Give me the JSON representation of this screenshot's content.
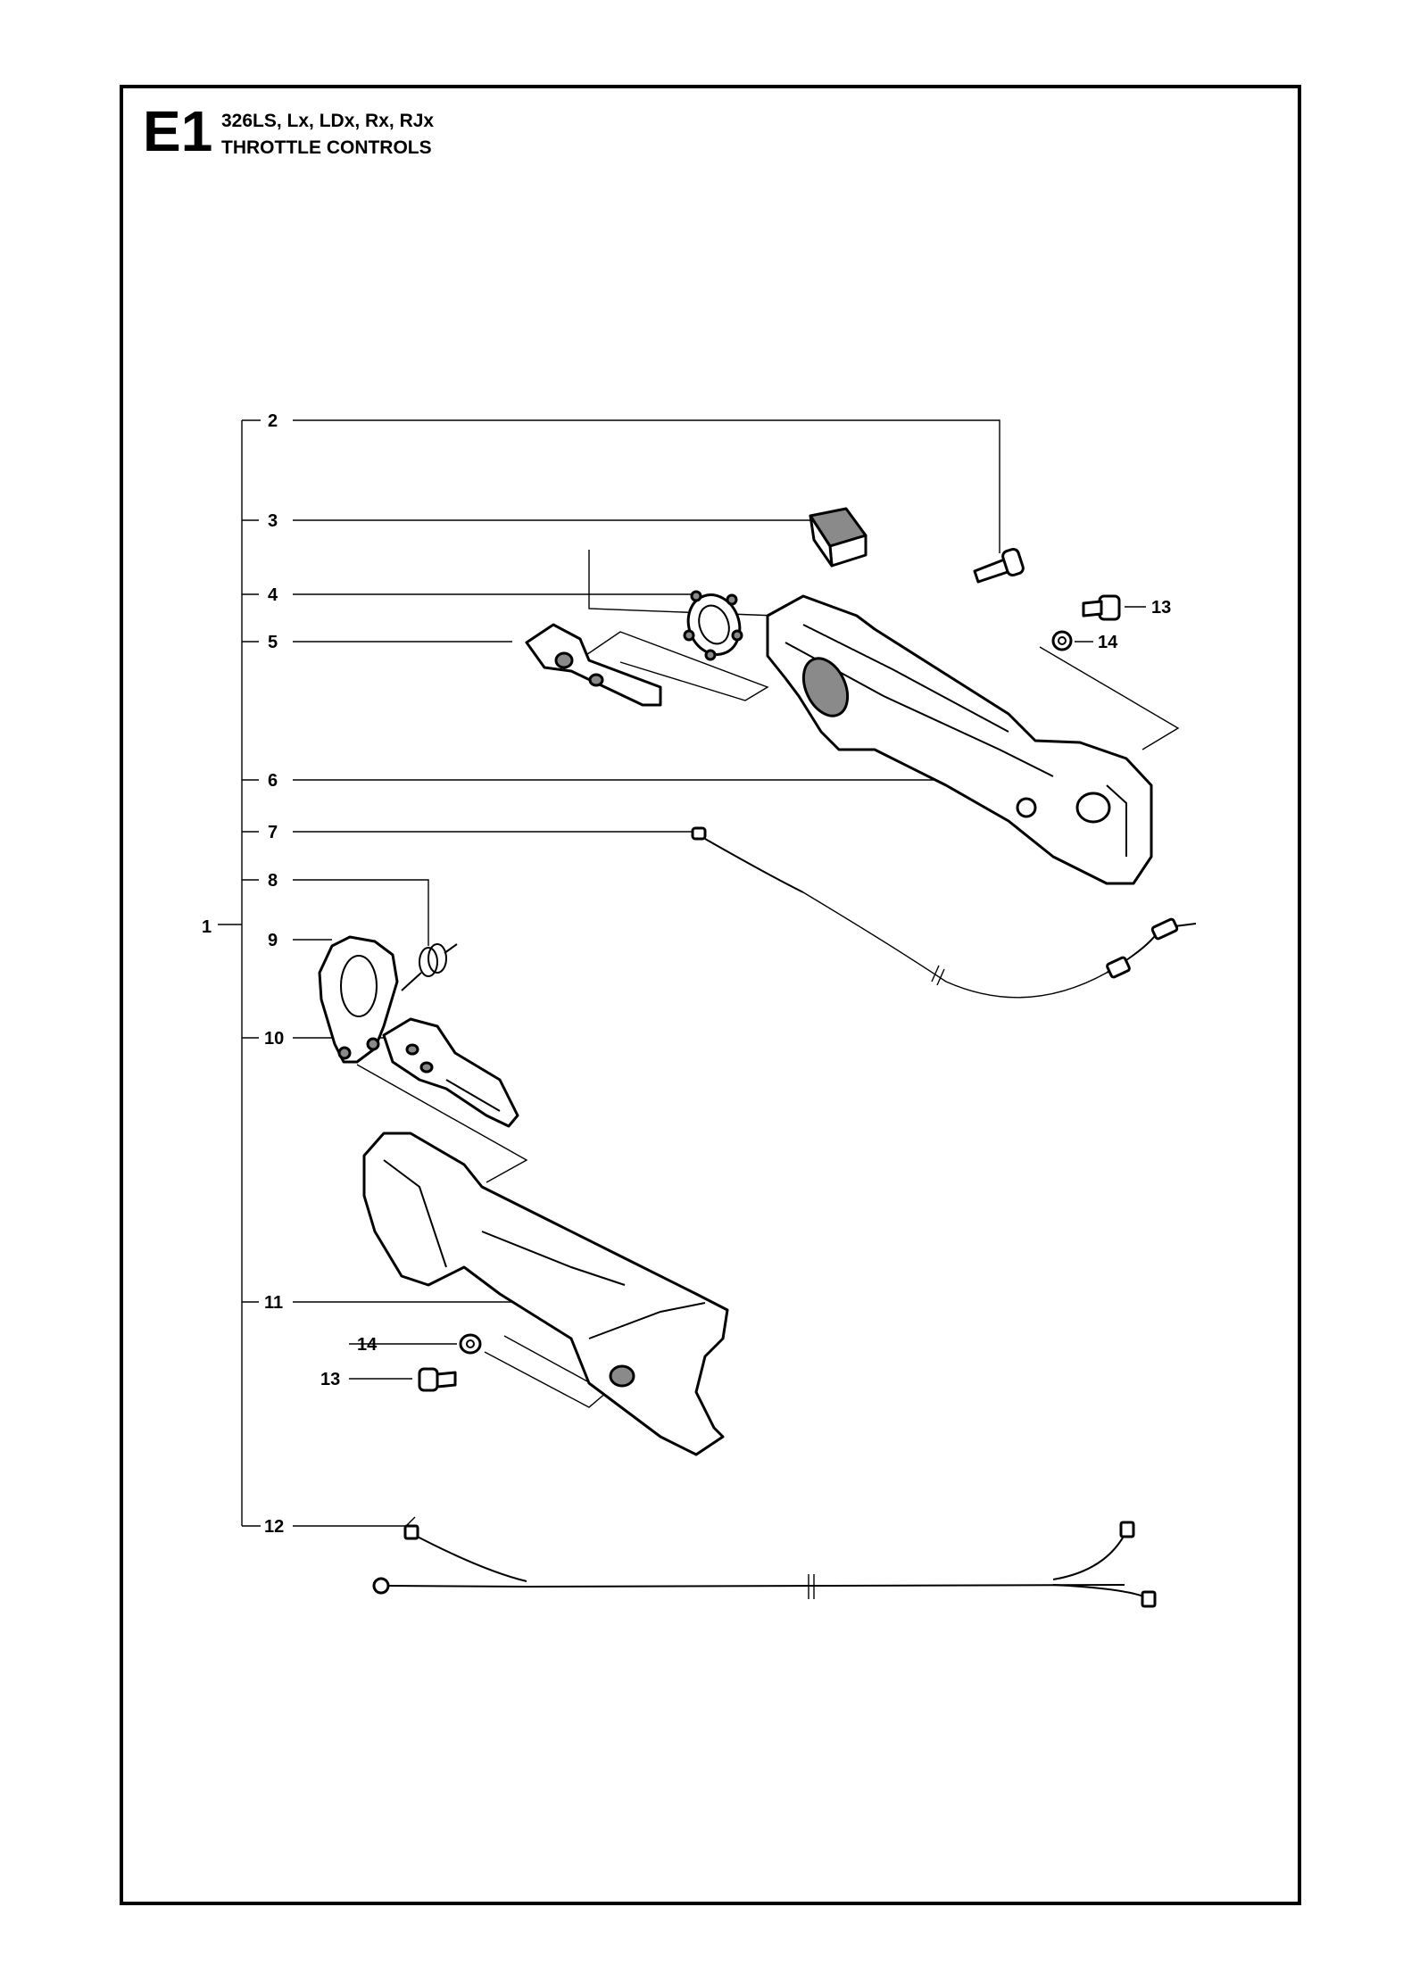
{
  "header": {
    "section_code": "E1",
    "models": "326LS, Lx, LDx, Rx, RJx",
    "title": "THROTTLE CONTROLS"
  },
  "callouts": {
    "c1": "1",
    "c2": "2",
    "c3": "3",
    "c4": "4",
    "c5": "5",
    "c6": "6",
    "c7": "7",
    "c8": "8",
    "c9": "9",
    "c10": "10",
    "c11": "11",
    "c12": "12",
    "c13a": "13",
    "c14a": "14",
    "c13b": "13",
    "c14b": "14"
  }
}
